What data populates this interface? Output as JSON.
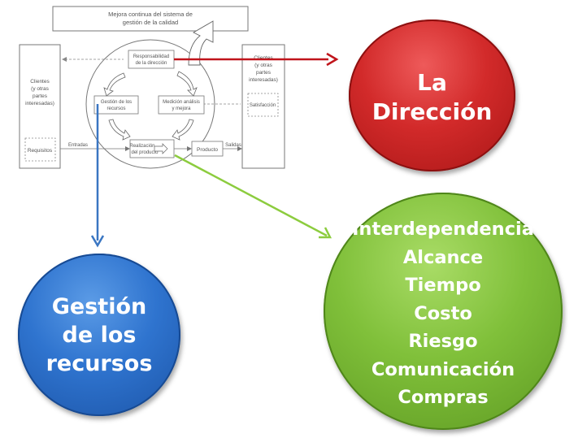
{
  "diagram": {
    "title_lines": [
      "Mejora continua del sistema de",
      "gestión de la calidad"
    ],
    "clients_left_lines": [
      "Clientes",
      "(y otras",
      "partes",
      "interesadas)"
    ],
    "clients_right_lines": [
      "Clientes",
      "(y otras",
      "partes",
      "interesadas)"
    ],
    "requisitos": "Requisitos",
    "satisfaccion": "Satisfacción",
    "entradas": "Entradas",
    "salidas": "Salidas",
    "producto": "Producto",
    "responsabilidad_lines": [
      "Responsabilidad",
      "de la dirección"
    ],
    "gestion_lines": [
      "Gestión de los",
      "recursos"
    ],
    "medicion_lines": [
      "Medición análisis",
      "y mejora"
    ],
    "realizacion_lines": [
      "Realización",
      "del producto"
    ]
  },
  "bubbles": {
    "direccion": [
      "La",
      "Dirección"
    ],
    "recursos": [
      "Gestión",
      "de los",
      "recursos"
    ],
    "proyecto": [
      "Interdependencia",
      "Alcance",
      "Tiempo",
      "Costo",
      "Riesgo",
      "Comunicación",
      "Compras"
    ]
  },
  "colors": {
    "red_arrow": "#c0141b",
    "blue_arrow": "#3a76c2",
    "green_arrow": "#8ccc3e"
  }
}
